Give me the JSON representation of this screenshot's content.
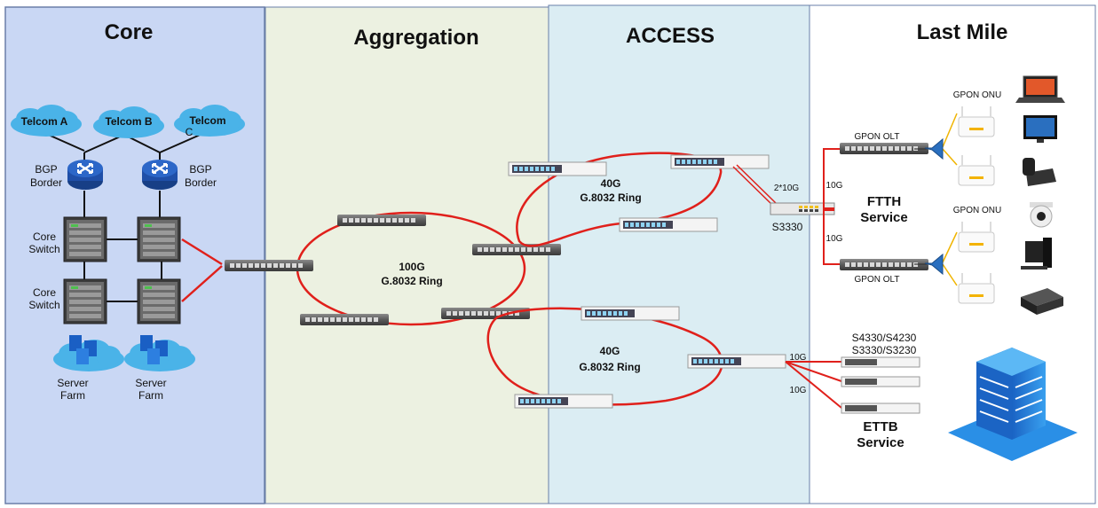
{
  "zones": {
    "core": "Core",
    "aggregation": "Aggregation",
    "access": "ACCESS",
    "last_mile": "Last Mile"
  },
  "core": {
    "telcom_a": "Telcom A",
    "telcom_b": "Telcom B",
    "telcom_c_line1": "Telcom",
    "telcom_c_line2": "C",
    "bgp_left_line1": "BGP",
    "bgp_left_line2": "Border",
    "bgp_right_line1": "BGP",
    "bgp_right_line2": "Border",
    "core_switch_top_line1": "Core",
    "core_switch_top_line2": "Switch",
    "core_switch_bottom_line1": "Core",
    "core_switch_bottom_line2": "Switch",
    "server_farm_left_line1": "Server",
    "server_farm_left_line2": "Farm",
    "server_farm_right_line1": "Server",
    "server_farm_right_line2": "Farm"
  },
  "aggregation": {
    "ring_speed": "100G",
    "ring_protocol": "G.8032 Ring"
  },
  "access": {
    "upper_ring_speed": "40G",
    "upper_ring_protocol": "G.8032 Ring",
    "lower_ring_speed": "40G",
    "lower_ring_protocol": "G.8032 Ring",
    "uplink_label": "2*10G",
    "switch_label": "S3330",
    "ettb_link_1": "10G",
    "ettb_link_2": "10G"
  },
  "last_mile": {
    "link_top": "10G",
    "link_bottom": "10G",
    "olt_top": "GPON OLT",
    "olt_bottom": "GPON OLT",
    "onu_top": "GPON ONU",
    "onu_bottom": "GPON ONU",
    "ftth_line1": "FTTH",
    "ftth_line2": "Service",
    "ettb_models_line1": "S4330/S4230",
    "ettb_models_line2": "S3330/S3230",
    "ettb_line1": "ETTB",
    "ettb_line2": "Service"
  },
  "colors": {
    "core_bg": "#c9d7f4",
    "aggregation_bg": "#ecf1e1",
    "access_bg": "#dbedf3",
    "ring_red": "#e0201b",
    "router_blue": "#1f4fa8",
    "cloud_blue": "#4ab3e8",
    "building_blue": "#1e7bd6"
  }
}
